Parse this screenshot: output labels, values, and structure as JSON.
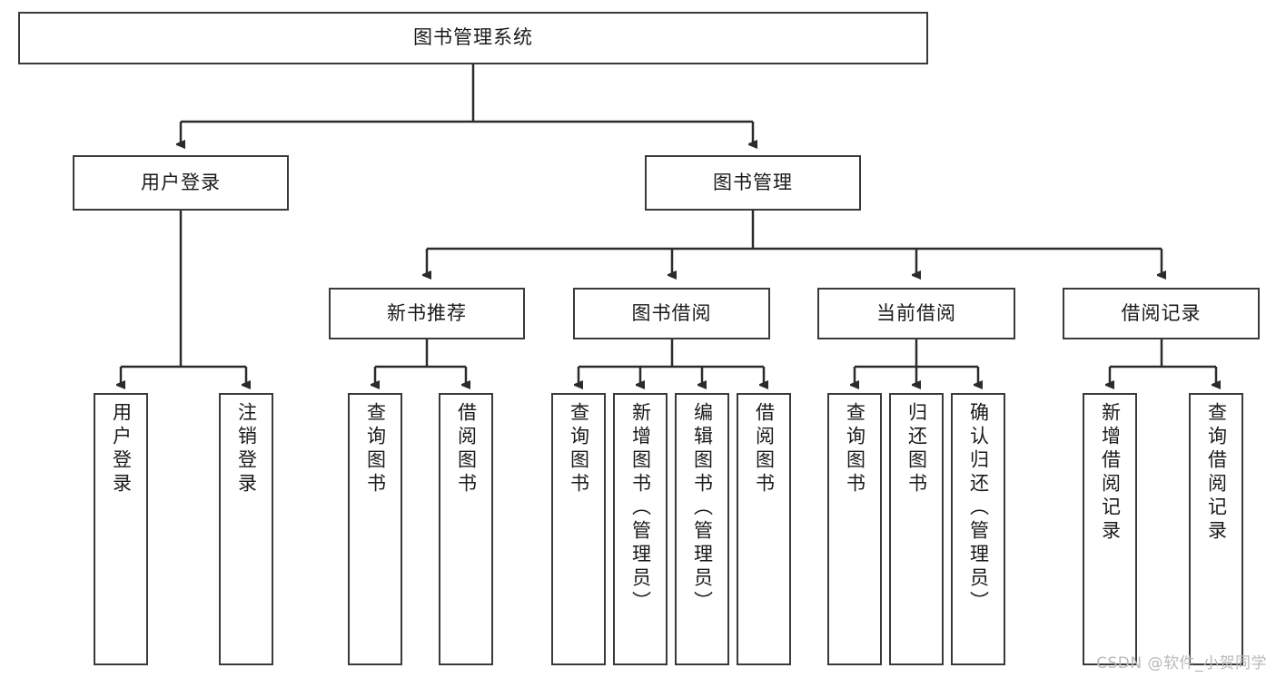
{
  "diagram": {
    "title": "图书管理系统",
    "type": "tree",
    "watermark": "CSDN @软件_小贺同学",
    "colors": {
      "box_border": "#3a3a3a",
      "box_fill": "#ffffff",
      "edge": "#2b2b2b",
      "text": "#1a1a1a",
      "watermark": "#b9b9b9"
    },
    "root": {
      "label": "图书管理系统"
    },
    "level2": [
      {
        "label": "用户登录"
      },
      {
        "label": "图书管理"
      }
    ],
    "level3": [
      {
        "label": "新书推荐"
      },
      {
        "label": "图书借阅"
      },
      {
        "label": "当前借阅"
      },
      {
        "label": "借阅记录"
      }
    ],
    "leaves": {
      "user_login": [
        {
          "label": "用户登录"
        },
        {
          "label": "注销登录"
        }
      ],
      "new_book": [
        {
          "label": "查询图书"
        },
        {
          "label": "借阅图书"
        }
      ],
      "book_borrow": [
        {
          "label": "查询图书"
        },
        {
          "label": "新增图书（管理员）"
        },
        {
          "label": "编辑图书（管理员）"
        },
        {
          "label": "借阅图书"
        }
      ],
      "current_borrow": [
        {
          "label": "查询图书"
        },
        {
          "label": "归还图书"
        },
        {
          "label": "确认归还（管理员）"
        }
      ],
      "borrow_record": [
        {
          "label": "新增借阅记录"
        },
        {
          "label": "查询借阅记录"
        }
      ]
    }
  }
}
